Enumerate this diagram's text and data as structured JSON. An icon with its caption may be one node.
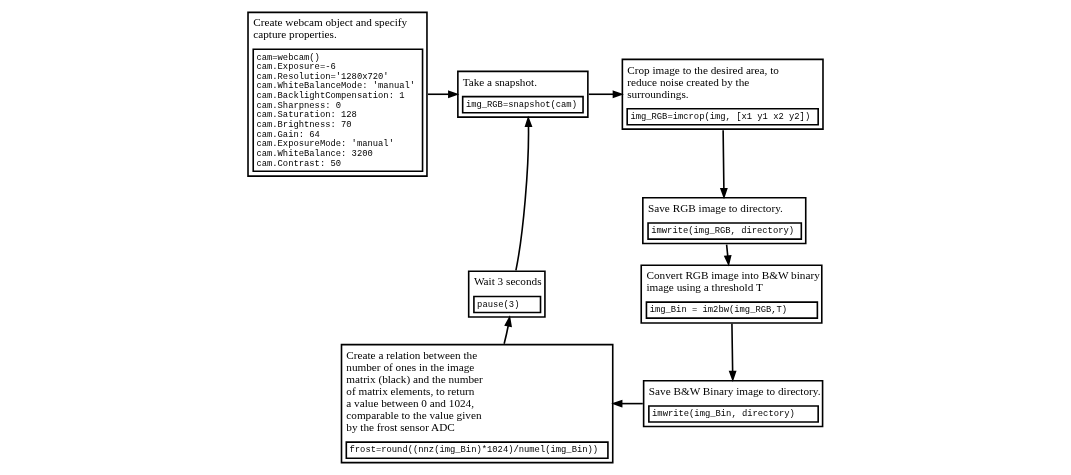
{
  "diagram": {
    "nodes": [
      {
        "text": [
          "Create webcam object and specify capture properties.",
          "cam=webcam()",
          "cam.Exposure=-6",
          "cam.Resolution='1280x720'",
          "cam.WhiteBalanceMode: 'manual'",
          "cam.BacklightCompensation: 1",
          "cam.Sharpness: 0",
          "cam.Saturation: 128",
          "cam.Brightness: 70",
          "cam.Gain: 64",
          "cam.ExposureMode: 'manual'",
          "cam.WhiteBalance: 3200",
          "cam.Contrast: 50"
        ]
      },
      {
        "text": [
          "Take a snapshot.",
          "img_RGB=snapshot(cam)"
        ]
      },
      {
        "text": [
          "Crop image to the desired area, to reduce noise created by the surroundings.",
          "img_RGB=imcrop(img, [x1 y1 x2 y2])"
        ]
      },
      {
        "text": [
          "Save RGB image to directory.",
          "imwrite(img_RGB, directory)"
        ]
      },
      {
        "text": [
          "Convert RGB image into B&W binary image using a threshold T",
          "img_Bin = im2bw(img_RGB,T)"
        ]
      },
      {
        "text": [
          "Save B&W Binary image to directory.",
          "imwrite(img_Bin, directory)"
        ]
      },
      {
        "text": [
          "Create a relation between the number of ones in the image matrix (black) and the number of matrix elements, to return a value between 0 and 1024, comparable to the value given by the frost sensor ADC",
          "frost=round((nnz(img_Bin)*1024)/numel(img_Bin))"
        ]
      },
      {
        "text": [
          "Wait 3 seconds",
          "pause(3)"
        ]
      }
    ],
    "edges": [
      {
        "from": 0,
        "to": 1,
        "arrow": "to"
      },
      {
        "from": 1,
        "to": 2,
        "arrow": "to"
      },
      {
        "from": 2,
        "to": 3,
        "arrow": "to"
      },
      {
        "from": 3,
        "to": 4,
        "arrow": "to"
      },
      {
        "from": 4,
        "to": 5,
        "arrow": "to"
      },
      {
        "from": 5,
        "to": 6,
        "arrow": "to"
      },
      {
        "from": 6,
        "to": 7,
        "arrow": "to"
      },
      {
        "from": 7,
        "to": 1,
        "arrow": "to"
      }
    ]
  }
}
